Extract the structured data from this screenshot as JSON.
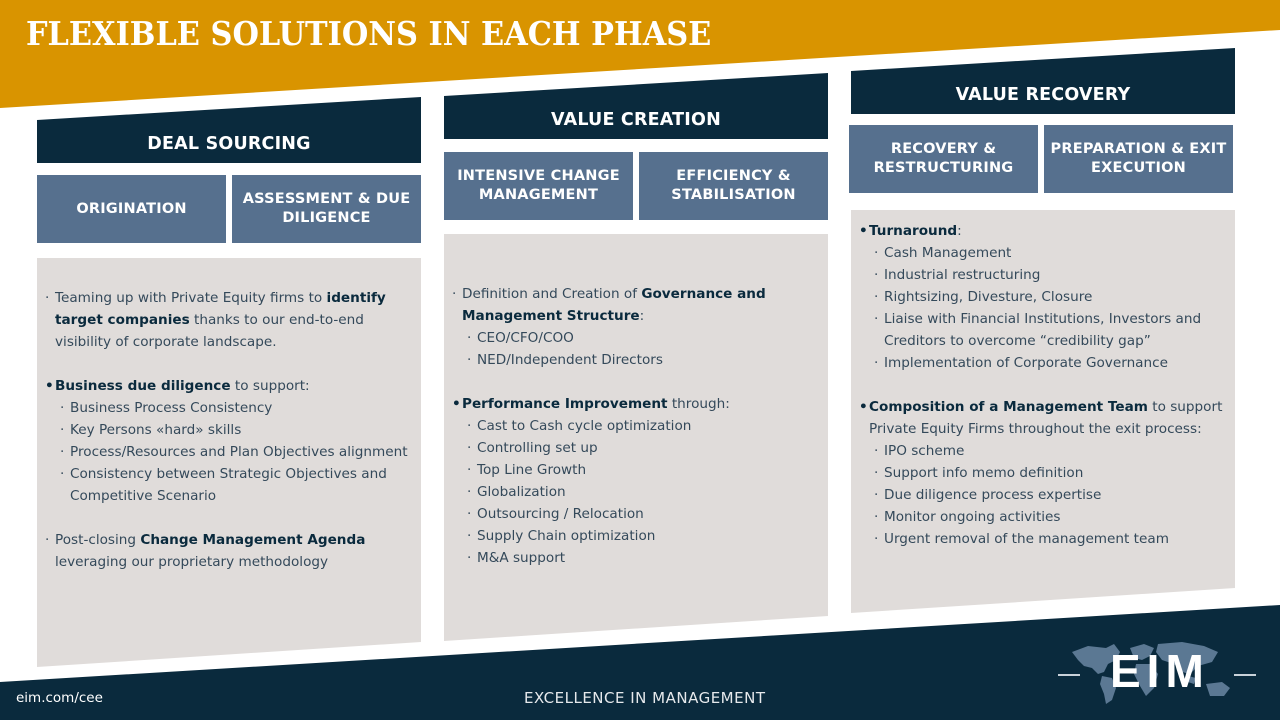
{
  "title": "FLEXIBLE SOLUTIONS IN EACH PHASE",
  "colors": {
    "banner": "#d99400",
    "header": "#0a2a3d",
    "sub_box": "#56708e",
    "panel": "#e0dcda",
    "text": "#34495a"
  },
  "columns": [
    {
      "header": "DEAL SOURCING",
      "sub_boxes": [
        "ORIGINATION",
        "ASSESSMENT & DUE DILIGENCE"
      ],
      "bullets": [
        {
          "pre": "Teaming up with Private Equity firms to ",
          "bold": "identify target companies",
          "post": " thanks to our end-to-end visibility of corporate landscape.",
          "sub": []
        },
        {
          "pre": "",
          "bold": "Business due diligence",
          "post": " to support:",
          "sub": [
            "Business Process Consistency",
            "Key Persons «hard» skills",
            "Process/Resources and Plan Objectives alignment",
            "Consistency between Strategic Objectives and Competitive Scenario"
          ]
        },
        {
          "pre": "Post-closing ",
          "bold": "Change Management Agenda",
          "post": " leveraging our proprietary methodology",
          "sub": []
        }
      ]
    },
    {
      "header": "VALUE CREATION",
      "sub_boxes": [
        "INTENSIVE CHANGE MANAGEMENT",
        "EFFICIENCY & STABILISATION"
      ],
      "bullets": [
        {
          "pre": "Definition and Creation of ",
          "bold": "Governance and Management Structure",
          "post": ":",
          "sub": [
            "CEO/CFO/COO",
            "NED/Independent Directors"
          ]
        },
        {
          "pre": "",
          "bold": "Performance Improvement",
          "post": " through:",
          "sub": [
            "Cast to Cash cycle optimization",
            "Controlling set up",
            "Top Line Growth",
            "Globalization",
            "Outsourcing / Relocation",
            "Supply Chain optimization",
            "M&A support"
          ]
        }
      ]
    },
    {
      "header": "VALUE RECOVERY",
      "sub_boxes": [
        "RECOVERY & RESTRUCTURING",
        "PREPARATION & EXIT EXECUTION"
      ],
      "bullets": [
        {
          "pre": "",
          "bold": "Turnaround",
          "post": ":",
          "sub": [
            "Cash Management",
            "Industrial restructuring",
            "Rightsizing, Divesture, Closure",
            "Liaise with Financial Institutions, Investors and Creditors to overcome “credibility gap”",
            "Implementation of Corporate Governance"
          ]
        },
        {
          "pre": "",
          "bold": "Composition of a Management Team",
          "post": " to support Private Equity Firms throughout the exit process:",
          "sub": [
            "IPO scheme",
            "Support info memo definition",
            "Due diligence process expertise",
            "Monitor ongoing activities",
            "Urgent removal of the management team"
          ]
        }
      ]
    }
  ],
  "footer": {
    "url": "eim.com/cee",
    "tagline": "EXCELLENCE IN MANAGEMENT",
    "logo_text": "EIM",
    "logo_icon": "world-map-icon"
  },
  "bullet_glyph": "·",
  "bold_bullet_glyph": "•"
}
